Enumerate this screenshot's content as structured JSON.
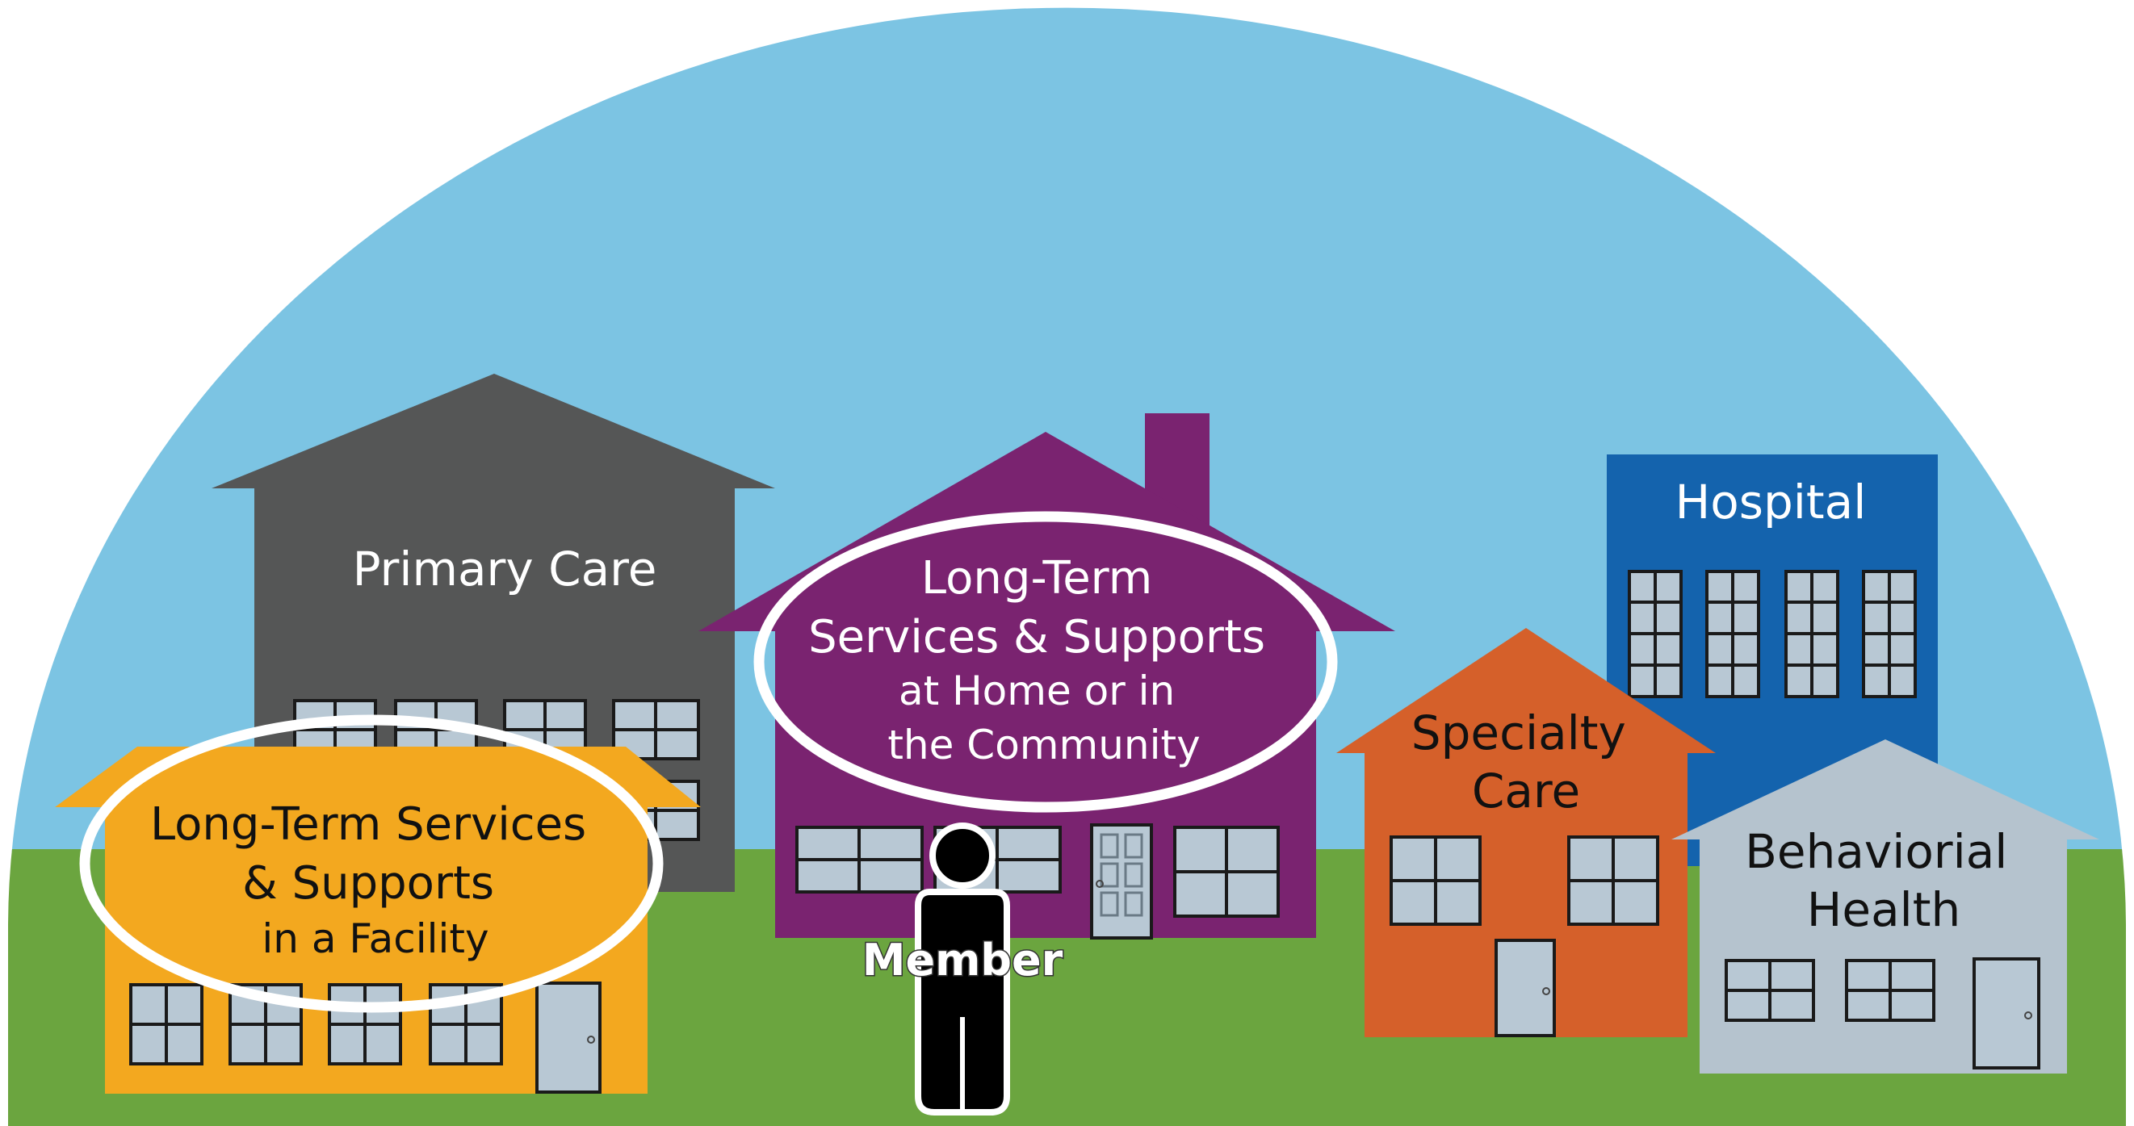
{
  "diagram": {
    "buildings": {
      "primary_care": {
        "label": "Primary Care",
        "color": "#555656"
      },
      "ltss_home": {
        "lines": [
          "Long-Term",
          "Services & Supports",
          "at Home or in",
          "the Community"
        ],
        "color": "#7a2370",
        "highlighted": true
      },
      "ltss_facility": {
        "lines": [
          "Long-Term Services",
          "& Supports",
          "in a Facility"
        ],
        "color": "#f3a81f",
        "highlighted": true
      },
      "hospital": {
        "label": "Hospital",
        "color": "#1463ad"
      },
      "specialty_care": {
        "lines": [
          "Specialty",
          "Care"
        ],
        "color": "#d5602a"
      },
      "behavioral_health": {
        "lines": [
          "Behaviorial",
          "Health"
        ],
        "color": "#b5c3ce"
      }
    },
    "member": {
      "label": "Member"
    },
    "colors": {
      "sky": "#7cc4e3",
      "ground": "#6ba53f",
      "highlight_ring": "#ffffff"
    }
  }
}
